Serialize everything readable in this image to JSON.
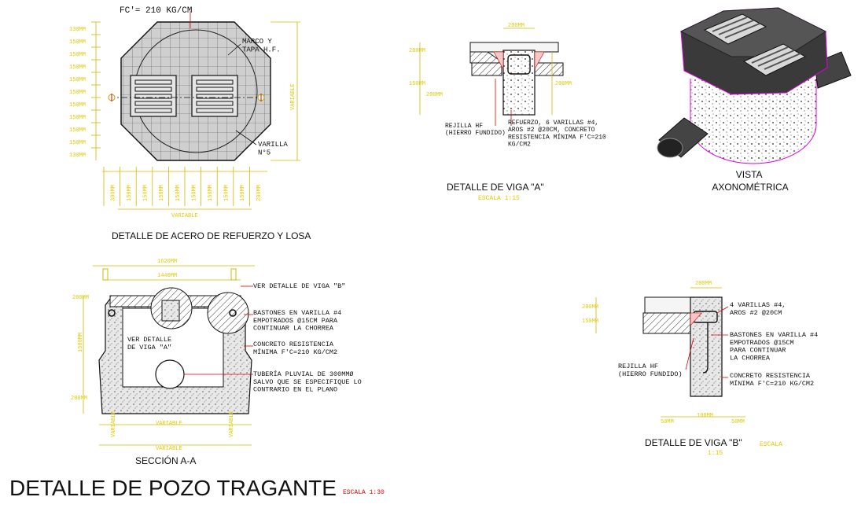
{
  "title": {
    "main": "DETALLE DE POZO TRAGANTE",
    "scale": "ESCALA 1:30"
  },
  "plan": {
    "fc_label": "FC'= 210 KG/CM",
    "caption": "DETALLE DE ACERO DE REFUERZO Y LOSA",
    "marco_label": "MARCO Y\nTAPA H.F.",
    "varilla_label": "VARILLA\nN°5",
    "left_dims": [
      "130MM",
      "150MM",
      "150MM",
      "150MM",
      "150MM",
      "150MM",
      "150MM",
      "150MM",
      "150MM",
      "150MM",
      "130MM"
    ],
    "right_dim": "VARIABLE",
    "bottom_dims": [
      "300MM",
      "150MM",
      "150MM",
      "150MM",
      "150MM",
      "150MM",
      "150MM",
      "150MM",
      "150MM",
      "200MM"
    ],
    "mid_dim": "150MM",
    "bottom_variable": "VARIABLE"
  },
  "viga_a": {
    "top_dim": "200MM",
    "left_dims": [
      "200MM",
      "150MM",
      "200MM"
    ],
    "right_dim": "200MM",
    "rejilla_label": "REJILLA HF\n(HIERRO FUNDIDO)",
    "refuerzo_label": "REFUERZO, 6 VARILLAS #4,\nAROS #2 @20CM, CONCRETO\nRESISTENCIA MÍNIMA F'C=210\nKG/CM2",
    "caption": "DETALLE DE VIGA \"A\"",
    "scale": "ESCALA 1:15"
  },
  "axo": {
    "caption": "VISTA\nAXONOMÉTRICA"
  },
  "section": {
    "top_dims": [
      "1620MM",
      "1440MM"
    ],
    "left_dims": [
      "200MM",
      "1500MM",
      "200MM"
    ],
    "bottom_dims": [
      "VARIABLE",
      "VARIABLE",
      "VARIABLE"
    ],
    "ver_b": "VER DETALLE DE VIGA \"B\"",
    "ver_a": "VER DETALLE\nDE VIGA \"A\"",
    "bastones": "BASTONES EN VARILLA #4\nEMPOTRADOS @15CM PARA\nCONTINUAR LA CHORREA",
    "concreto": "CONCRETO RESISTENCIA\nMÍNIMA F'C=210 KG/CM2",
    "tuberia": "TUBERÍA PLUVIAL DE 300MMØ\nSALVO QUE SE ESPECIFIQUE LO\nCONTRARIO EN EL PLANO",
    "caption": "SECCIÓN A-A"
  },
  "viga_b": {
    "top_dim": "200MM",
    "left_dims": [
      "200MM",
      "150MM"
    ],
    "bottom_dims": [
      "50MM",
      "100MM",
      "50MM"
    ],
    "varillas": "4 VARILLAS #4,\nAROS #2 @20CM",
    "bastones": "BASTONES EN VARILLA #4\nEMPOTRADOS @15CM\nPARA CONTINUAR\nLA CHORREA",
    "rejilla": "REJILLA HF\n(HIERRO FUNDIDO)",
    "concreto": "CONCRETO RESISTENCIA\nMÍNIMA F'C=210 KG/CM2",
    "caption": "DETALLE DE VIGA \"B\"",
    "scale": "ESCALA",
    "scale_num": "1:15"
  }
}
